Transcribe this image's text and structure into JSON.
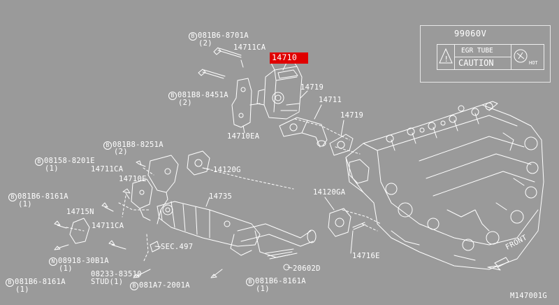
{
  "parts": {
    "p14710": "14710",
    "p14711CA_top": "14711CA",
    "p14719_a": "14719",
    "p14711": "14711",
    "p14719_b": "14719",
    "p14710EA": "14710EA",
    "p14711CA_mid": "14711CA",
    "p14710E": "14710E",
    "p14120G": "14120G",
    "p14735": "14735",
    "p14715N": "14715N",
    "p14711CA_low": "14711CA",
    "p14120GA": "14120GA",
    "p14716E": "14716E",
    "p20602D": "20602D",
    "sec497": "SEC.497",
    "stud_num": "08233-83510",
    "stud_label": "STUD",
    "front": "FRONT",
    "illus_code": "M147001G"
  },
  "bolts": {
    "b1": {
      "mark": "B",
      "num": "081B6-8701A",
      "qty": "2"
    },
    "b2": {
      "mark": "B",
      "num": "081B8-8451A",
      "qty": "2"
    },
    "b3": {
      "mark": "B",
      "num": "081B8-8251A",
      "qty": "2"
    },
    "b4": {
      "mark": "B",
      "num": "08158-8201E",
      "qty": "1"
    },
    "b5": {
      "mark": "B",
      "num": "081B6-8161A",
      "qty": "1"
    },
    "b6": {
      "mark": "N",
      "num": "08918-30B1A",
      "qty": "1"
    },
    "b7": {
      "mark": "B",
      "num": "081B6-8161A",
      "qty": "1"
    },
    "b8": {
      "mark": "B",
      "num": "081A7-2001A",
      "qty": ""
    },
    "b9": {
      "mark": "B",
      "num": "081B6-8161A",
      "qty": "1"
    },
    "stud_qty": "1"
  },
  "label_box": {
    "part_no": "99060V",
    "title": "EGR TUBE",
    "caution": "CAUTION",
    "hot": "HOT"
  },
  "colors": {
    "background": "#9a9a9a",
    "line": "#ffffff",
    "highlight": "#e00000"
  }
}
